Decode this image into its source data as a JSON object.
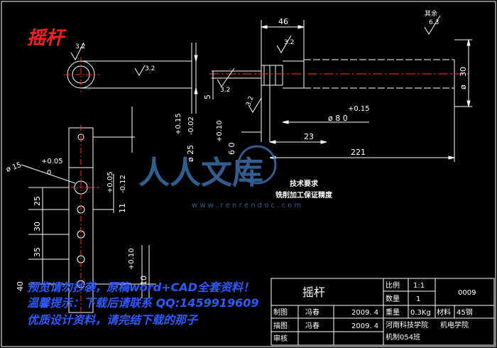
{
  "drawing": {
    "title": "摇杆",
    "roughness_rest_label": "其余",
    "roughness_rest_value": "6.3",
    "roughness": {
      "r1": "3.2",
      "r2": "3.2",
      "r3": "3.2",
      "r4": "3.2",
      "r5": "3.2"
    },
    "dims": {
      "d46": "46",
      "d30": "30",
      "phi30": "ø",
      "d5": "5",
      "tol_015": "+0.15",
      "tol_002": "-0.02",
      "phi25": "ø 25",
      "tol_010": "+0.10",
      "d6_0": "6   0",
      "tol_015b": "+0.15",
      "phi8": "ø 8   0",
      "d23": "23",
      "d221": "221",
      "phi15": "ø 15",
      "tol_005": "+0.05",
      "zero_a": "0",
      "tol_005b": "+0.05",
      "tol_012": "-0.12",
      "d11": "11",
      "d25": "25",
      "d30b": "30",
      "d35": "35",
      "d40": "40",
      "tol_010b": "+0.10",
      "d10": "10"
    },
    "notes": {
      "heading": "技术要求",
      "line1": "铣削加工保证精度"
    },
    "watermark": {
      "brand": "人人文库",
      "url": "w w w . r e n r e n d o c . c o m"
    },
    "overlay": {
      "line1": "预览请勿抄袭，原稿word+CAD全套资料！",
      "line2": "温馨提示：下载后请联系 QQ:1459919609",
      "line3": "优质设计资料，请完结下载的那子"
    },
    "title_block": {
      "part_name": "摇杆",
      "scale_label": "比例",
      "scale_value": "1:1",
      "qty_label": "数量",
      "qty_value": "1",
      "drawing_no": "0009",
      "weight_label": "重量",
      "weight_value": "0.3Kg",
      "material_label": "材料",
      "material_value": "45钢",
      "drawer_label": "制图",
      "drawer_name": "冯春",
      "drawer_date": "2009. 4",
      "design_label": "描图",
      "design_name": "冯春",
      "design_date": "2009. 4",
      "review_label": "审核",
      "school": "河南科技学院",
      "dept": "机电学院",
      "class": "机制054班"
    }
  },
  "colors": {
    "background": "#000000",
    "outline": "#ffffff",
    "dimension": "#ffffff",
    "center_line": "#ff3030",
    "yellow": "#ffff00",
    "title_red": "#ff2020",
    "watermark_blue": "#3a6fa8",
    "overlay_blue": "#2e5aff"
  }
}
